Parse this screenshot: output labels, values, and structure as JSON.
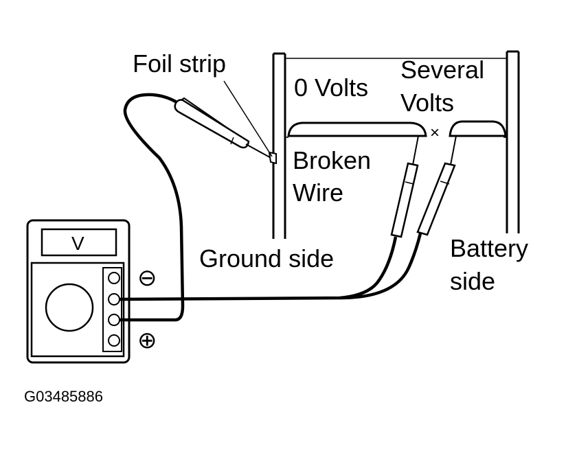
{
  "labels": {
    "foil_strip": "Foil strip",
    "zero_volts": "0 Volts",
    "several_volts_1": "Several",
    "several_volts_2": "Volts",
    "broken_wire_1": "Broken",
    "broken_wire_2": "Wire",
    "ground_side": "Ground side",
    "battery_side_1": "Battery",
    "battery_side_2": "side",
    "meter_display": "V",
    "break_mark": "×",
    "minus_symbol": "⊖",
    "plus_symbol": "⊕",
    "figure_code": "G03485886"
  },
  "colors": {
    "ink": "#000000",
    "paper": "#ffffff"
  }
}
